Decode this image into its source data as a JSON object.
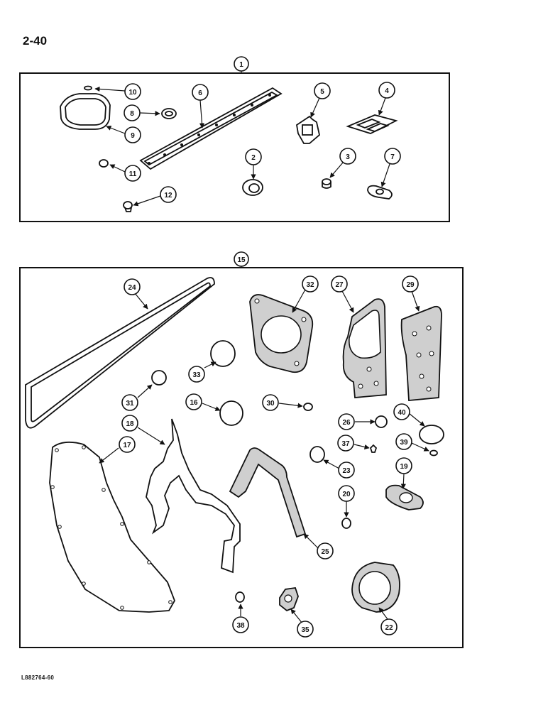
{
  "page": {
    "number": "2-40",
    "doc_code": "L882764-60"
  },
  "kits": [
    {
      "callout": "1"
    },
    {
      "callout": "15"
    }
  ],
  "callouts": {
    "c1": "1",
    "c2": "2",
    "c3": "3",
    "c4": "4",
    "c5": "5",
    "c6": "6",
    "c7": "7",
    "c8": "8",
    "c9": "9",
    "c10": "10",
    "c11": "11",
    "c12": "12",
    "c15": "15",
    "c16": "16",
    "c17": "17",
    "c18": "18",
    "c19": "19",
    "c20": "20",
    "c22": "22",
    "c23": "23",
    "c24": "24",
    "c25": "25",
    "c26": "26",
    "c27": "27",
    "c29": "29",
    "c30": "30",
    "c31": "31",
    "c32": "32",
    "c33": "33",
    "c35": "35",
    "c37": "37",
    "c38": "38",
    "c39": "39",
    "c40": "40"
  }
}
